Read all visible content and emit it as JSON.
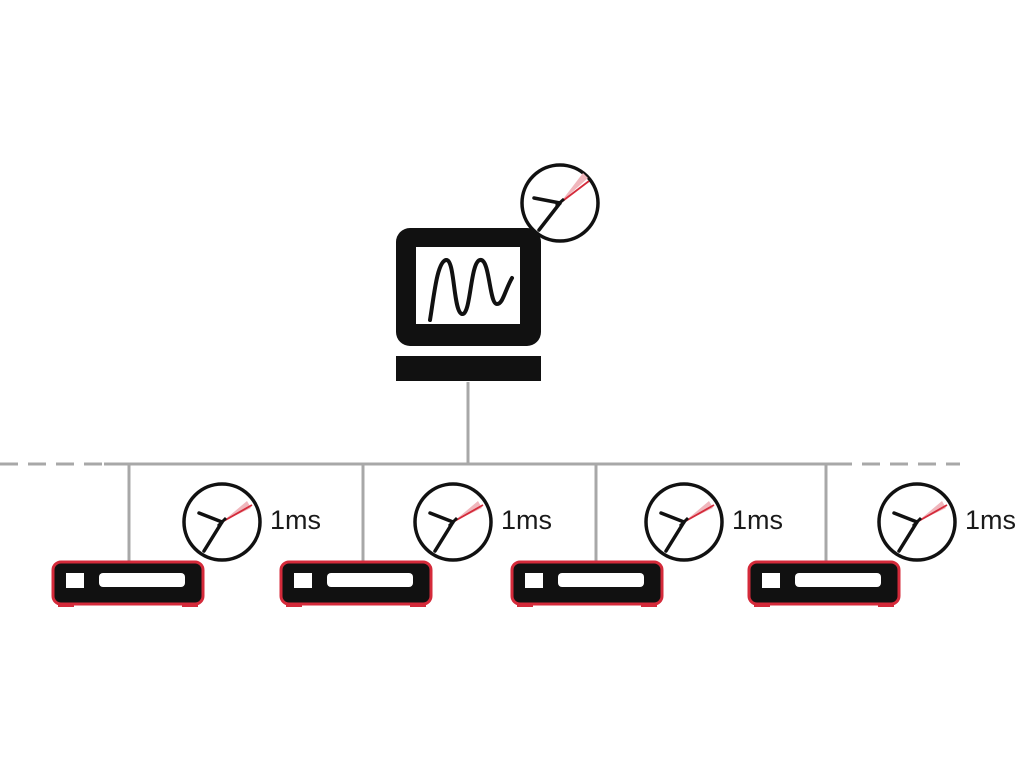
{
  "colors": {
    "background": "#ffffff",
    "network_line": "#a8a8a8",
    "device_body": "#111111",
    "device_accent": "#d42a3a",
    "clock_face": "#ffffff",
    "clock_hand": "#111111",
    "clock_sweep": "#d42a3a",
    "monitor": "#111111",
    "screen": "#ffffff",
    "waveform": "#111111"
  },
  "server": {
    "icon": "monitor-waveform-icon",
    "clock_icon": "clock-icon"
  },
  "network": {
    "icon": "network-bus"
  },
  "devices": [
    {
      "icon": "device-box-icon",
      "clock_icon": "clock-icon",
      "latency_label": "1ms"
    },
    {
      "icon": "device-box-icon",
      "clock_icon": "clock-icon",
      "latency_label": "1ms"
    },
    {
      "icon": "device-box-icon",
      "clock_icon": "clock-icon",
      "latency_label": "1ms"
    },
    {
      "icon": "device-box-icon",
      "clock_icon": "clock-icon",
      "latency_label": "1ms"
    }
  ]
}
